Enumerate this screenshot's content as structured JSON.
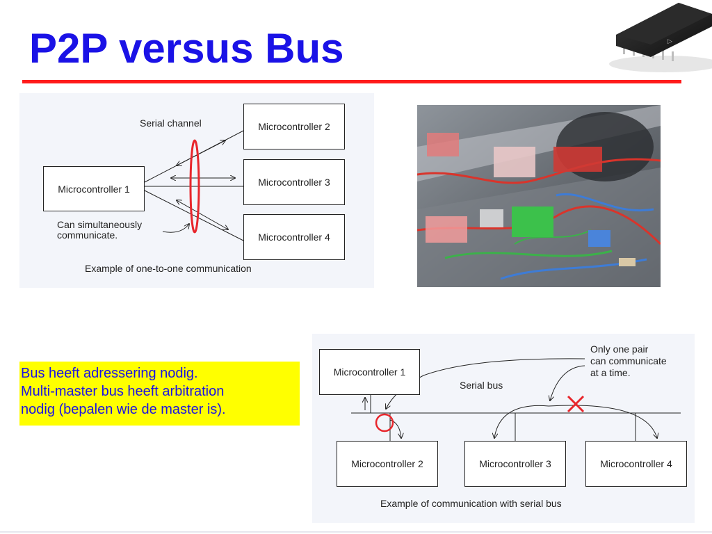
{
  "slide": {
    "title": "P2P versus Bus"
  },
  "p2p_diagram": {
    "serial_channel_label": "Serial channel",
    "mc1": "Microcontroller 1",
    "mc2": "Microcontroller 2",
    "mc3": "Microcontroller 3",
    "mc4": "Microcontroller 4",
    "note_line1": "Can simultaneously",
    "note_line2": "communicate.",
    "caption": "Example of one-to-one communication"
  },
  "bus_diagram": {
    "mc1": "Microcontroller 1",
    "mc2": "Microcontroller 2",
    "mc3": "Microcontroller 3",
    "mc4": "Microcontroller 4",
    "bus_label": "Serial bus",
    "note_line1": "Only one pair",
    "note_line2": "can communicate",
    "note_line3": "at a time.",
    "caption": "Example of communication with serial bus"
  },
  "note": {
    "line1": "Bus heeft adressering nodig.",
    "line2": "Multi-master bus heeft arbitration",
    "line3": "nodig (bepalen wie de master is)."
  },
  "colors": {
    "title": "#1a12e6",
    "accent_line": "#ff1b1b",
    "highlight": "#ffff00",
    "note_text": "#1a12e6",
    "marker_red": "#e8262c"
  },
  "images": {
    "chip": "ic-chip-photo",
    "car": "car-network-illustration"
  }
}
